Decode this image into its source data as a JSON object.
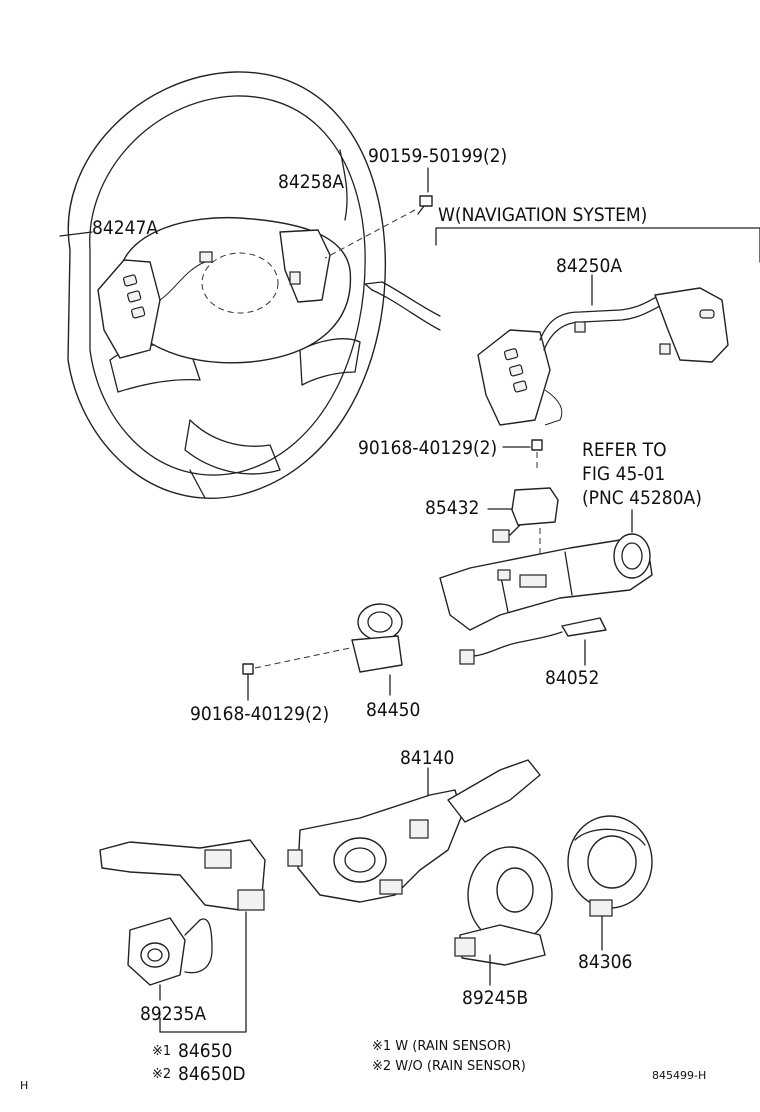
{
  "labels": {
    "bolt_top": "90159-50199(2)",
    "nav_group": "W(NAVIGATION SYSTEM)",
    "p84258a": "84258A",
    "p84247a": "84247A",
    "p84250a": "84250A",
    "screw_mid": "90168-40129(2)",
    "refer_1": "REFER TO",
    "refer_2": "FIG 45-01",
    "refer_3": "(PNC 45280A)",
    "p85432": "85432",
    "p84052": "84052",
    "screw_low": "90168-40129(2)",
    "p84450": "84450",
    "p84140": "84140",
    "p89235a": "89235A",
    "p89245b": "89245B",
    "p84306": "84306",
    "p84650": "84650",
    "p84650d": "84650D",
    "note1_mark": "※1",
    "note2_mark": "※2",
    "legend1": "※1 W (RAIN SENSOR)",
    "legend2": "※2 W/O (RAIN SENSOR)",
    "ref_code": "845499-H",
    "corner": "H"
  }
}
